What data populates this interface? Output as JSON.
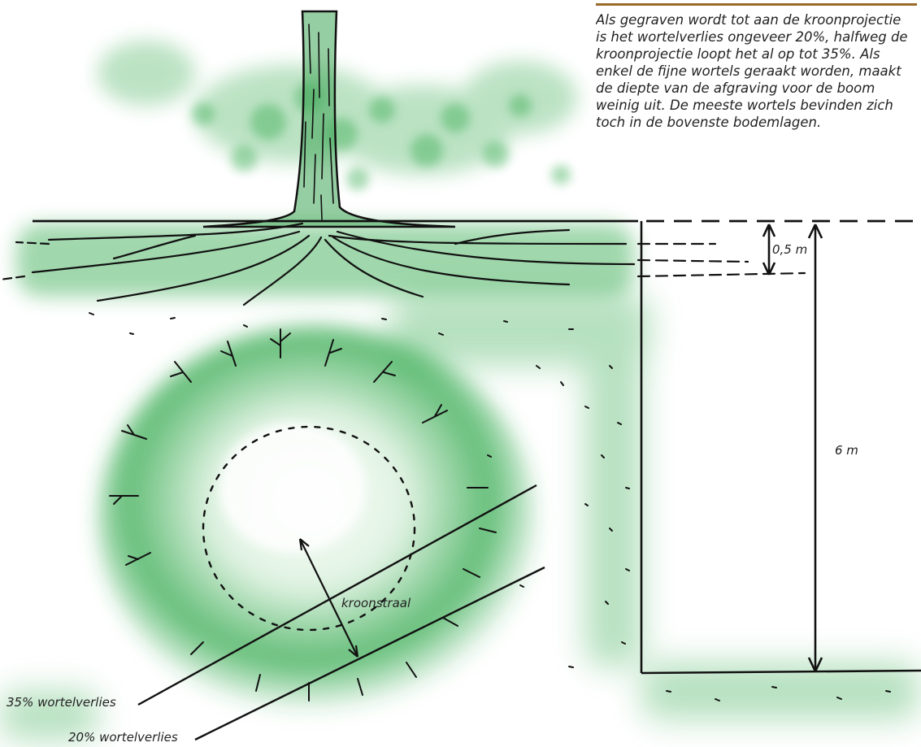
{
  "caption": {
    "lines": [
      "Als gegraven wordt tot aan de kroonprojectie",
      "is het wortelverlies ongeveer 20%, halfweg de",
      "kroonprojectie loopt het al op tot 35%. Als",
      "enkel de fijne wortels geraakt worden, maakt",
      "de diepte van de afgraving voor de boom",
      "weinig uit. De meeste wortels bevinden zich",
      "toch in de bovenste bodemlagen."
    ]
  },
  "labels": {
    "depth_shallow": "0,5 m",
    "depth_total": "6 m",
    "crown_radius": "kroonstraal",
    "loss_35": "35% wortelverlies",
    "loss_20": "20% wortelverlies"
  },
  "colors": {
    "foliage_green": "#2ea84a",
    "ink": "#111111",
    "caption_rule": "#9a6a2a"
  }
}
